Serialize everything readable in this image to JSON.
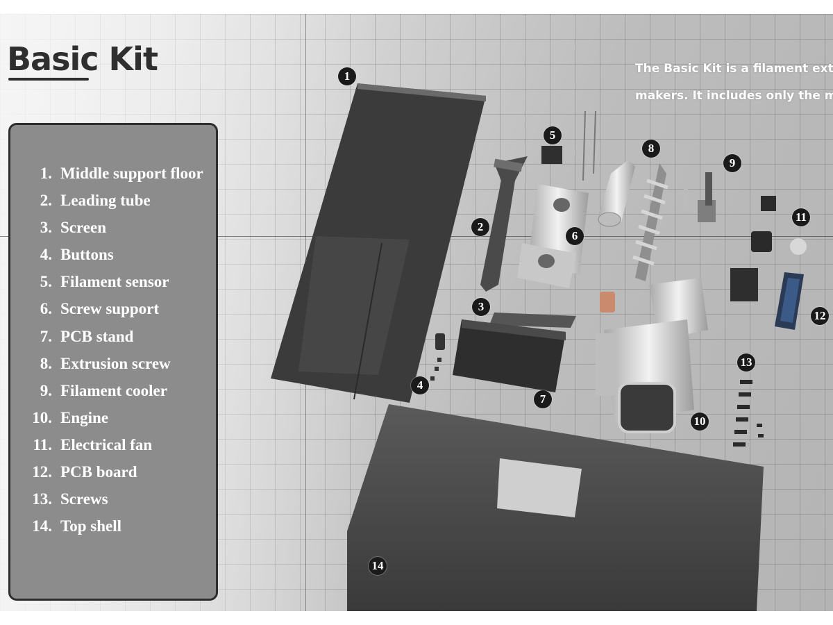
{
  "title": "Basic Kit",
  "description_lines": [
    "The Basic Kit is a filament extrude",
    "makers. It includes only the mech"
  ],
  "parts": [
    {
      "num": "1.",
      "name": "Middle support floor"
    },
    {
      "num": "2.",
      "name": "Leading tube"
    },
    {
      "num": "3.",
      "name": "Screen"
    },
    {
      "num": "4.",
      "name": "Buttons"
    },
    {
      "num": "5.",
      "name": "Filament sensor"
    },
    {
      "num": "6.",
      "name": "Screw support"
    },
    {
      "num": "7.",
      "name": "PCB stand"
    },
    {
      "num": "8.",
      "name": "Extrusion screw"
    },
    {
      "num": "9.",
      "name": "Filament cooler"
    },
    {
      "num": "10.",
      "name": "Engine"
    },
    {
      "num": "11.",
      "name": "Electrical fan"
    },
    {
      "num": "12.",
      "name": "PCB board"
    },
    {
      "num": "13.",
      "name": "Screws"
    },
    {
      "num": "14.",
      "name": "Top shell"
    }
  ],
  "markers": [
    "1",
    "2",
    "3",
    "4",
    "5",
    "6",
    "7",
    "8",
    "9",
    "10",
    "11",
    "12",
    "13",
    "14"
  ],
  "colors": {
    "legend_panel": "#8c8c8c",
    "marker": "#1a1a1a",
    "part_dark": "#4f4f4f",
    "part_metal": "#d9d9d9"
  }
}
